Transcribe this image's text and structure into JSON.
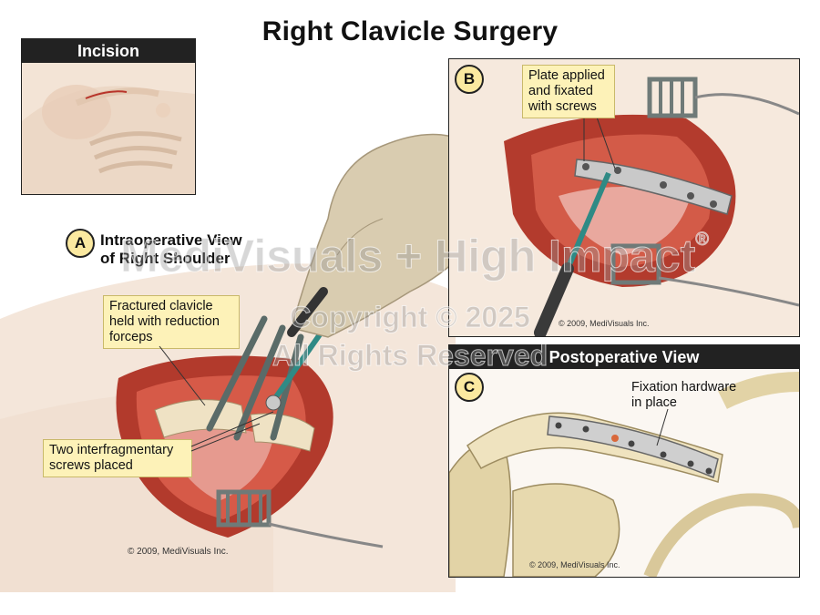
{
  "title": "Right Clavicle Surgery",
  "incision": {
    "header": "Incision"
  },
  "panel_a": {
    "badge": "A",
    "view_title_line1": "Intraoperative View",
    "view_title_line2": "of Right Shoulder",
    "callout_forceps": [
      "Fractured clavicle",
      "held with reduction",
      "forceps"
    ],
    "callout_screws": [
      "Two interfragmentary",
      "screws placed"
    ],
    "copyright": "© 2009, MediVisuals Inc."
  },
  "panel_b": {
    "badge": "B",
    "callout": [
      "Plate applied",
      "and fixated",
      "with screws"
    ],
    "copyright": "© 2009, MediVisuals Inc."
  },
  "panel_c": {
    "header": "Postoperative View",
    "badge": "C",
    "label": [
      "Fixation hardware",
      "in place"
    ],
    "copyright": "© 2009, MediVisuals Inc."
  },
  "watermark": {
    "line1": "MediVisuals + High Impact",
    "registered": "®",
    "line2": "Copyright © 2025",
    "line3": "All Rights Reserved"
  },
  "colors": {
    "tissue_red": "#c0392b",
    "glove": "#d9ccb0",
    "callout_fill": "#fdf2b8",
    "header_dark": "#222222"
  }
}
